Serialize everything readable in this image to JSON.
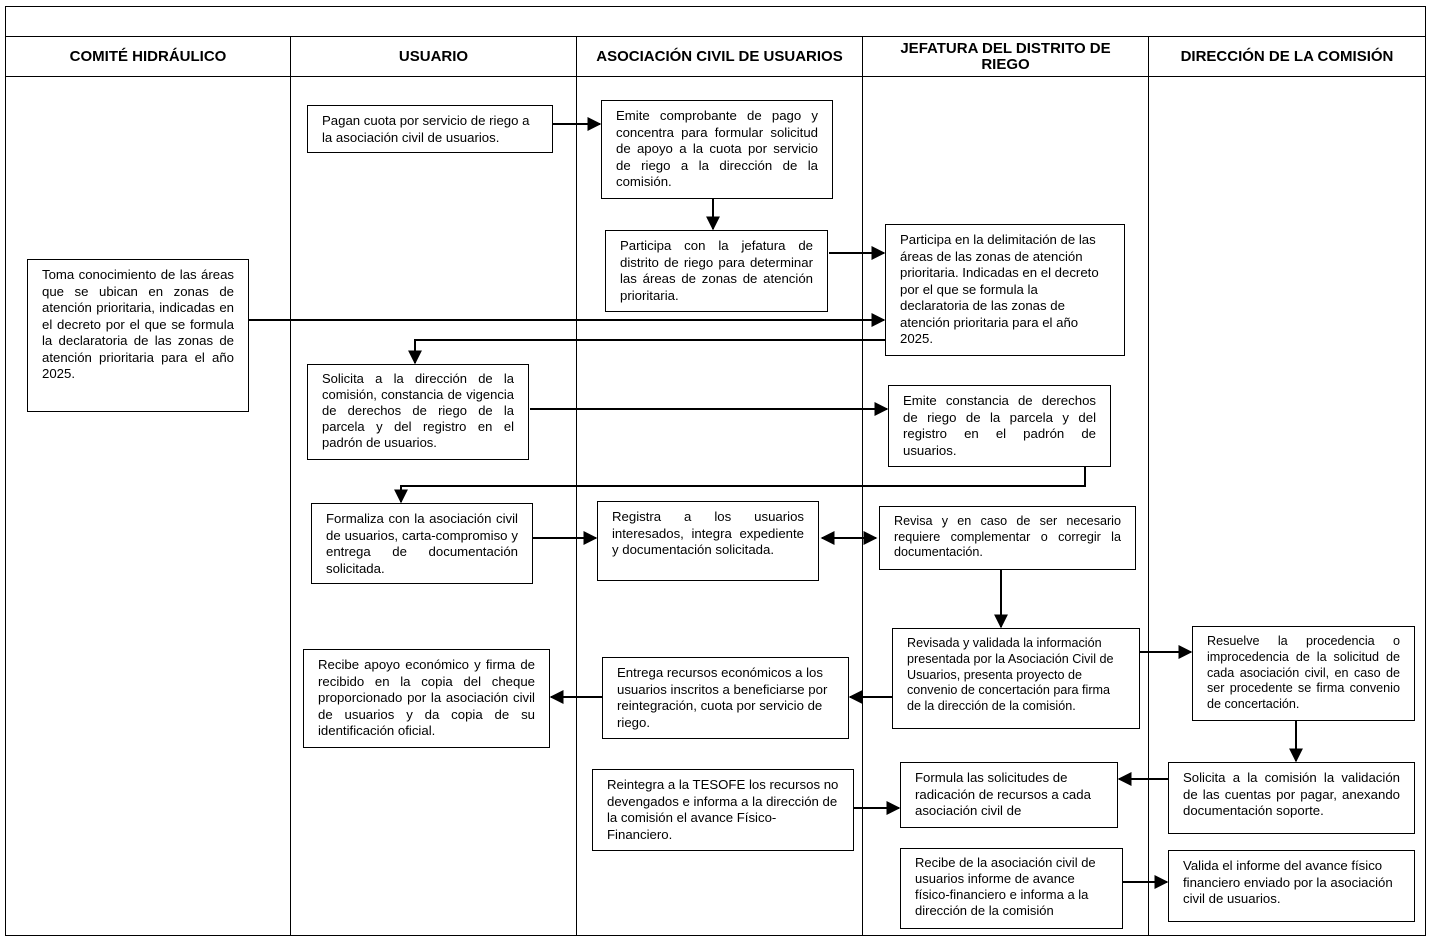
{
  "title": "",
  "lanes": [
    {
      "name": "COMITÉ HIDRÁULICO"
    },
    {
      "name": "USUARIO"
    },
    {
      "name": "ASOCIACIÓN CIVIL DE USUARIOS"
    },
    {
      "name": "JEFATURA DEL DISTRITO DE RIEGO"
    },
    {
      "name": "DIRECCIÓN DE LA COMISIÓN"
    }
  ],
  "steps": {
    "s1": "Pagan cuota por servicio de riego a la asociación civil de usuarios.",
    "s2": "Emite comprobante de pago y concentra para formular solicitud de apoyo a la cuota por servicio de riego a la dirección de la comisión.",
    "s3": "Participa con la jefatura de distrito de riego para determinar las áreas de zonas de atención prioritaria.",
    "s4": "Participa en la delimitación de las áreas de las zonas de atención prioritaria. Indicadas en el decreto por el que se formula la declaratoria de las zonas de atención prioritaria para el año 2025.",
    "s5": "Toma conocimiento de las áreas que se ubican en zonas de atención prioritaria, indicadas en el decreto por el que se formula la declaratoria de las zonas de atención prioritaria para el año 2025.",
    "s6": "Solicita a la dirección de la comisión, constancia de vigencia de derechos de riego de la parcela y del registro en el padrón de usuarios.",
    "s7": "Emite constancia de derechos de riego de la parcela y del registro en el padrón de usuarios.",
    "s8": "Formaliza con la asociación civil de usuarios, carta-compromiso y entrega de documentación solicitada.",
    "s9": "Registra a los usuarios interesados, integra expediente y documentación solicitada.",
    "s10": "Revisa y en caso de ser necesario requiere complementar o corregir la documentación.",
    "s11": "Revisada y validada la información presentada por la Asociación Civil de Usuarios, presenta proyecto de convenio de concertación para firma de la dirección de la comisión.",
    "s12": "Resuelve la procedencia o improcedencia de la solicitud de cada asociación civil, en caso de ser procedente se firma convenio de concertación.",
    "s13": "Entrega recursos económicos a los usuarios inscritos a beneficiarse por reintegración, cuota por servicio de riego.",
    "s14": "Recibe apoyo económico y firma de recibido en la copia del cheque proporcionado por la asociación civil de usuarios y da copia de su identificación oficial.",
    "s15": "Solicita a la comisión la validación de las cuentas por pagar, anexando documentación soporte.",
    "s16": "Formula las solicitudes de radicación de recursos a cada asociación civil de",
    "s17": "Reintegra a la TESOFE los recursos no devengados e informa a la dirección de la comisión el avance Físico-Financiero.",
    "s18": "Recibe de la asociación civil de usuarios informe de avance físico-financiero e informa a la dirección de la comisión",
    "s19": "Valida el informe del avance físico financiero enviado por la asociación civil de usuarios."
  },
  "colors": {
    "line": "#000000",
    "background": "#ffffff"
  }
}
